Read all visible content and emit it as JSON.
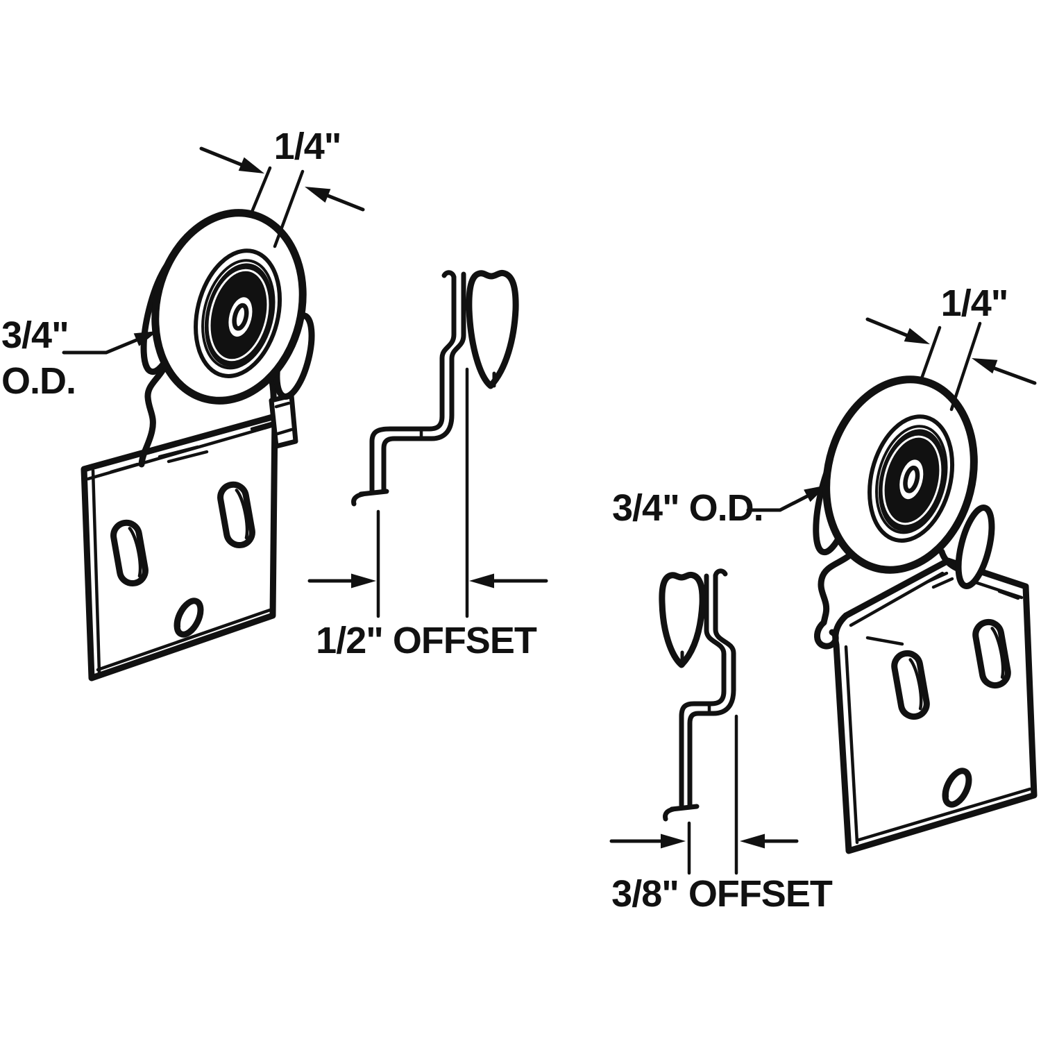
{
  "diagram": {
    "type": "technical-line-drawing",
    "subject": "closet door roller brackets, front and side profile views",
    "colors": {
      "background": "#ffffff",
      "line": "#111111"
    },
    "left_assembly": {
      "wheel_width_label": "1/4\"",
      "outer_diameter_label_line1": "3/4\"",
      "outer_diameter_label_line2": "O.D."
    },
    "left_profile": {
      "offset_label": "1/2\" OFFSET"
    },
    "right_assembly": {
      "wheel_width_label": "1/4\"",
      "outer_diameter_label": "3/4\" O.D."
    },
    "right_profile": {
      "offset_label": "3/8\" OFFSET"
    }
  }
}
